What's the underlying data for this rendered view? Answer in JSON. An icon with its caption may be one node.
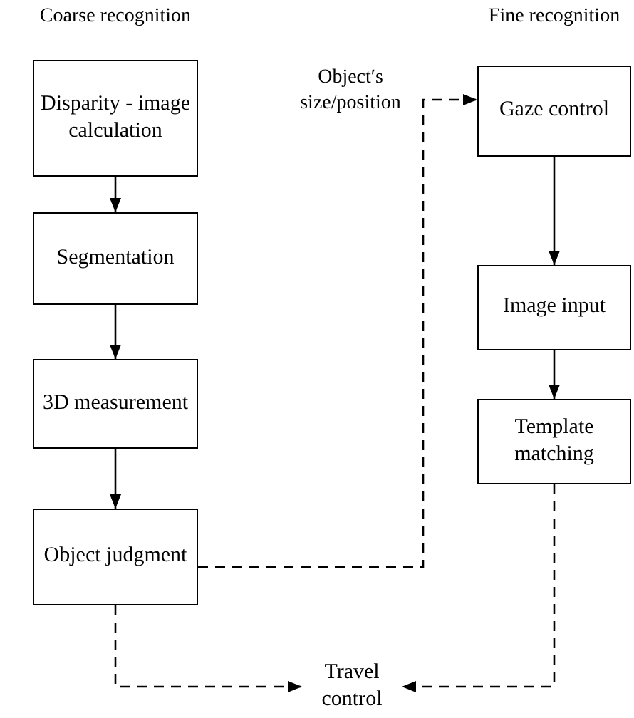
{
  "diagram": {
    "nodes": [
      {
        "text": [
          "Coarse recognition",
          "Disparity - image calculation"
        ]
      },
      {
        "text": [
          "Segmentation"
        ]
      },
      {
        "text": [
          "3D measurement"
        ]
      },
      {
        "text": [
          "Object judgment"
        ]
      },
      {
        "text": [
          "Fine recognition",
          "Gaze control"
        ]
      },
      {
        "text": [
          "Image input"
        ]
      },
      {
        "text": [
          "Template matching"
        ]
      },
      {
        "text": [
          "Travel control"
        ]
      }
    ],
    "edges": [
      {
        "from": 0,
        "to": 1,
        "arrow": "to"
      },
      {
        "from": 1,
        "to": 2,
        "arrow": "to"
      },
      {
        "from": 2,
        "to": 3,
        "arrow": "to"
      },
      {
        "from": 3,
        "to": 4,
        "arrow": "to",
        "style": "dashed",
        "label": "Object′s size/position"
      },
      {
        "from": 4,
        "to": 5,
        "arrow": "to"
      },
      {
        "from": 5,
        "to": 6,
        "arrow": "to"
      },
      {
        "from": 3,
        "to": 7,
        "arrow": "to",
        "style": "dashed"
      },
      {
        "from": 6,
        "to": 7,
        "arrow": "to",
        "style": "dashed"
      }
    ]
  }
}
